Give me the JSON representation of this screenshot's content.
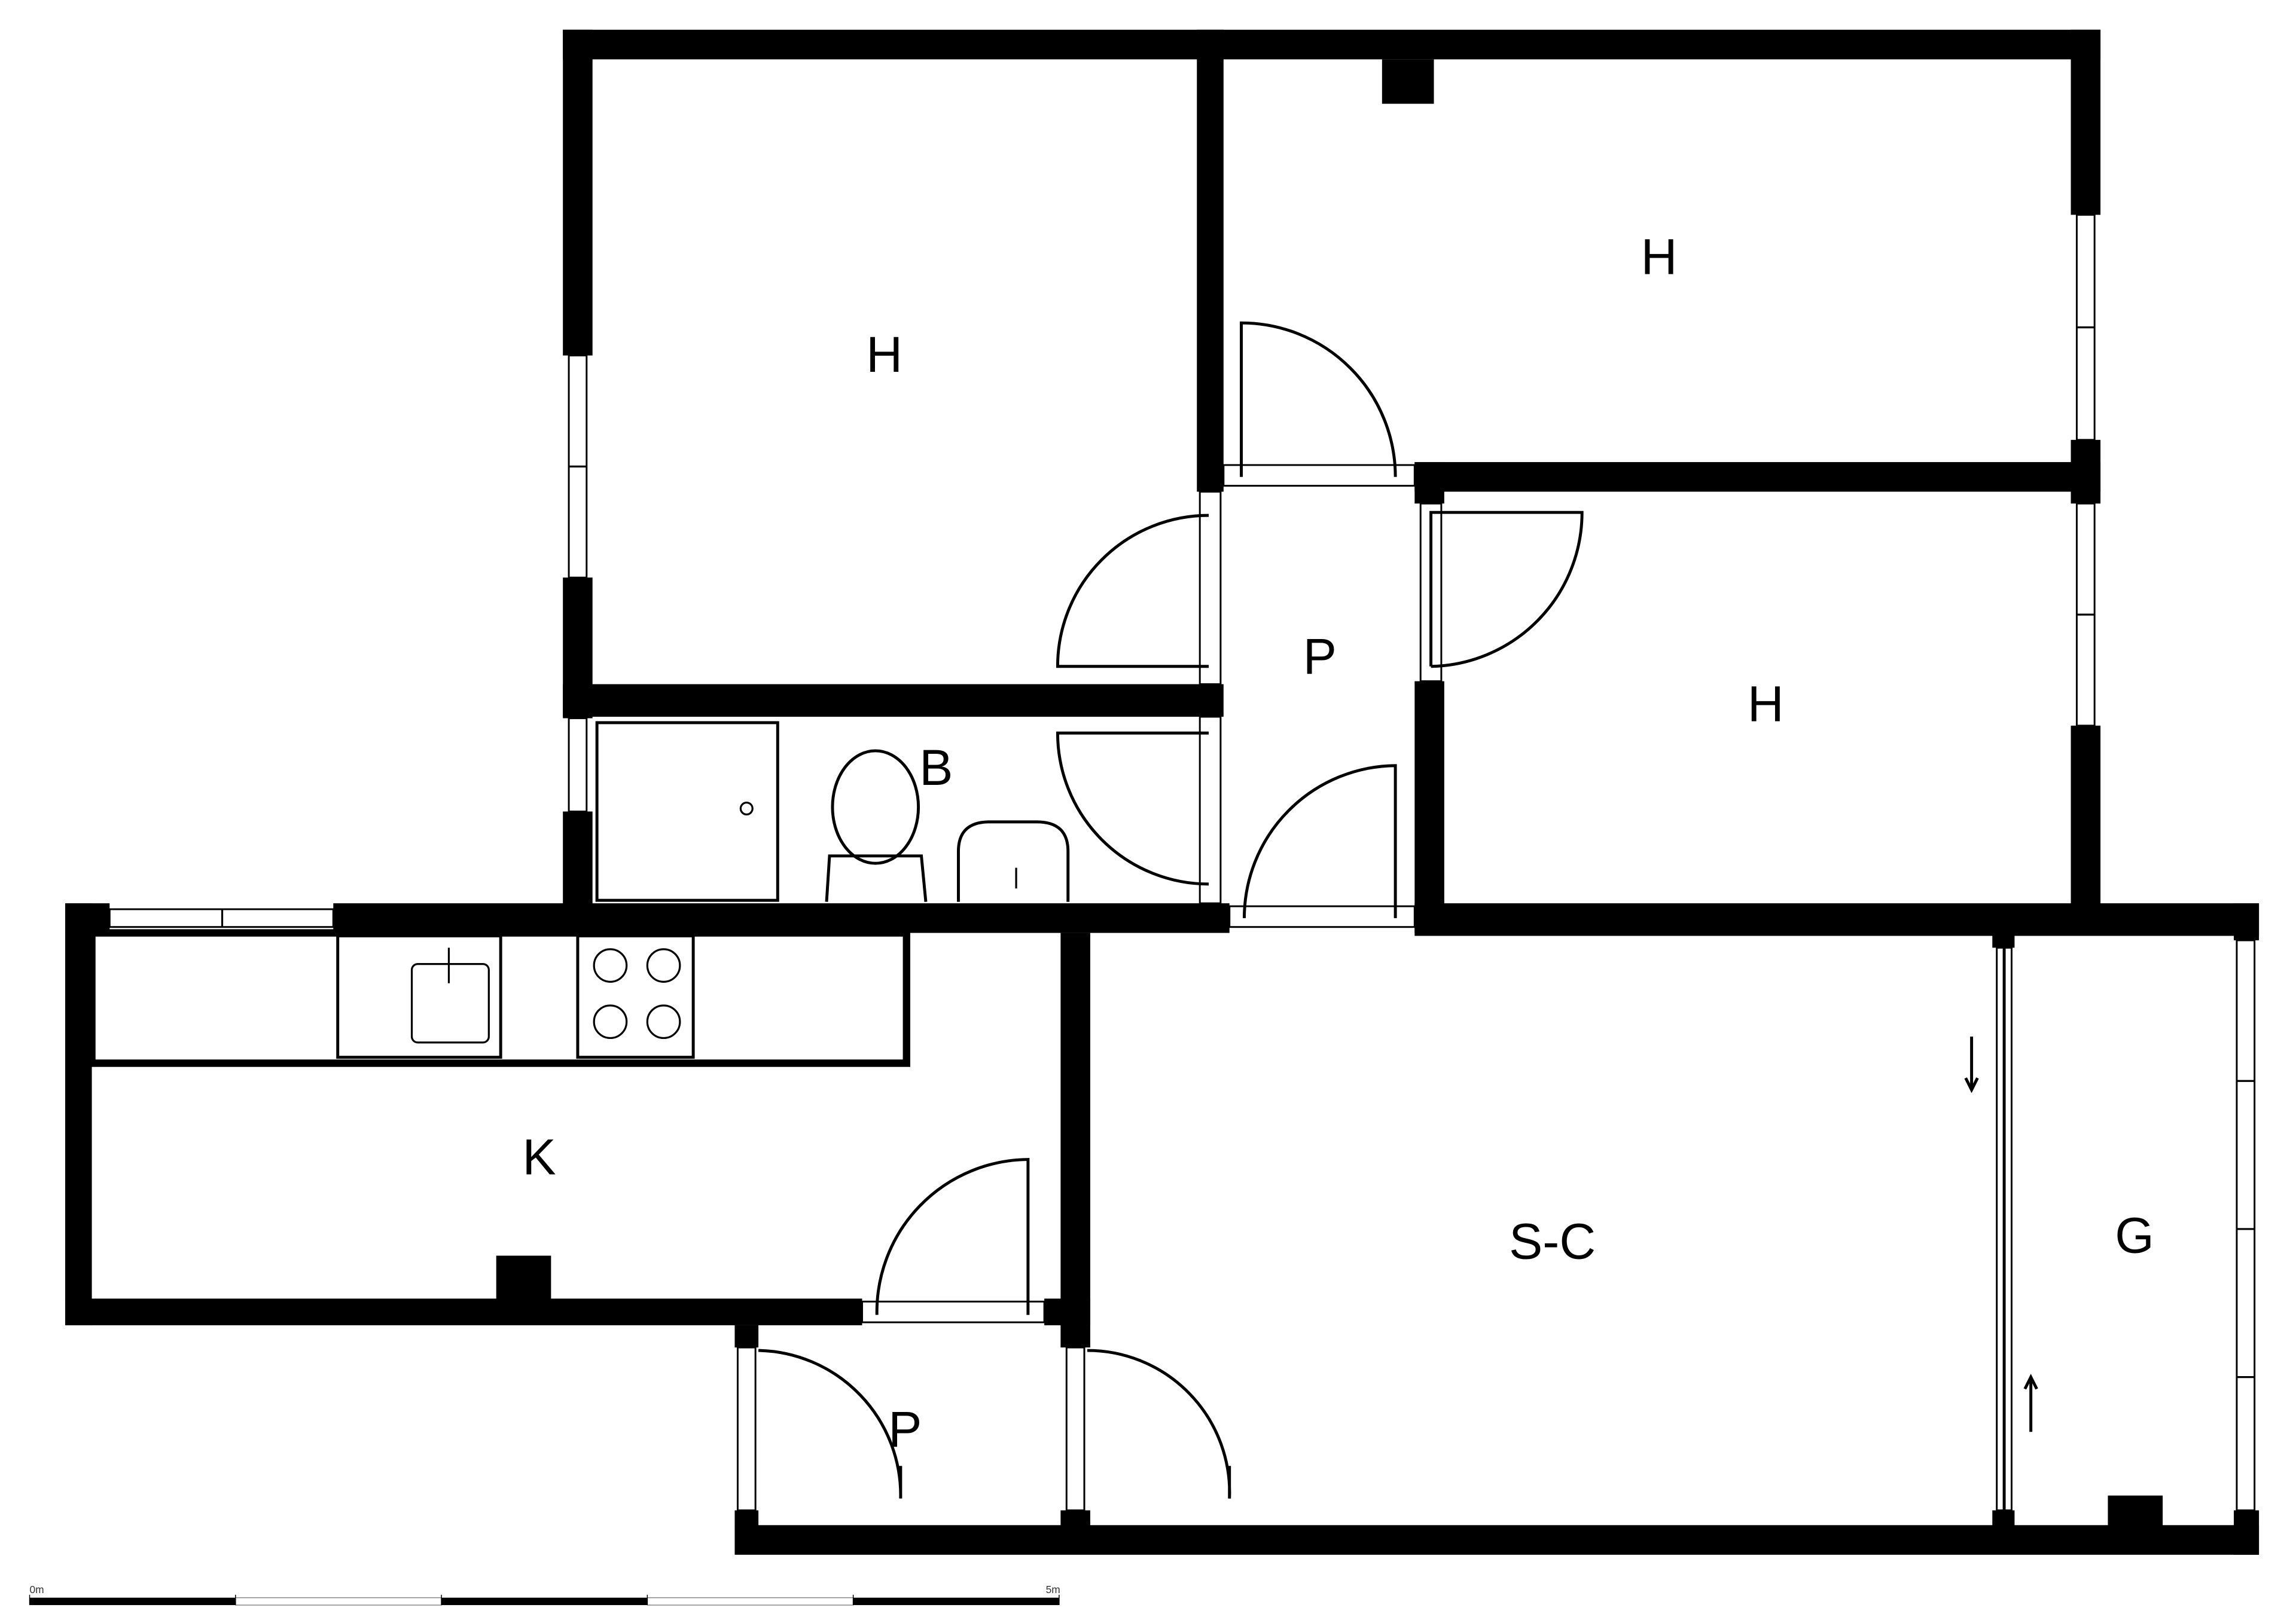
{
  "rooms": {
    "bedroom_top_left": "H",
    "bedroom_top_right": "H",
    "bedroom_right": "H",
    "hall_upper": "P",
    "bathroom": "B",
    "kitchen": "K",
    "living_dining": "S-C",
    "gallery": "G",
    "hall_lower": "P"
  },
  "scale_bar": {
    "start_label": "0m",
    "end_label": "5m"
  },
  "colors": {
    "wall": "#000000",
    "background": "#ffffff"
  }
}
